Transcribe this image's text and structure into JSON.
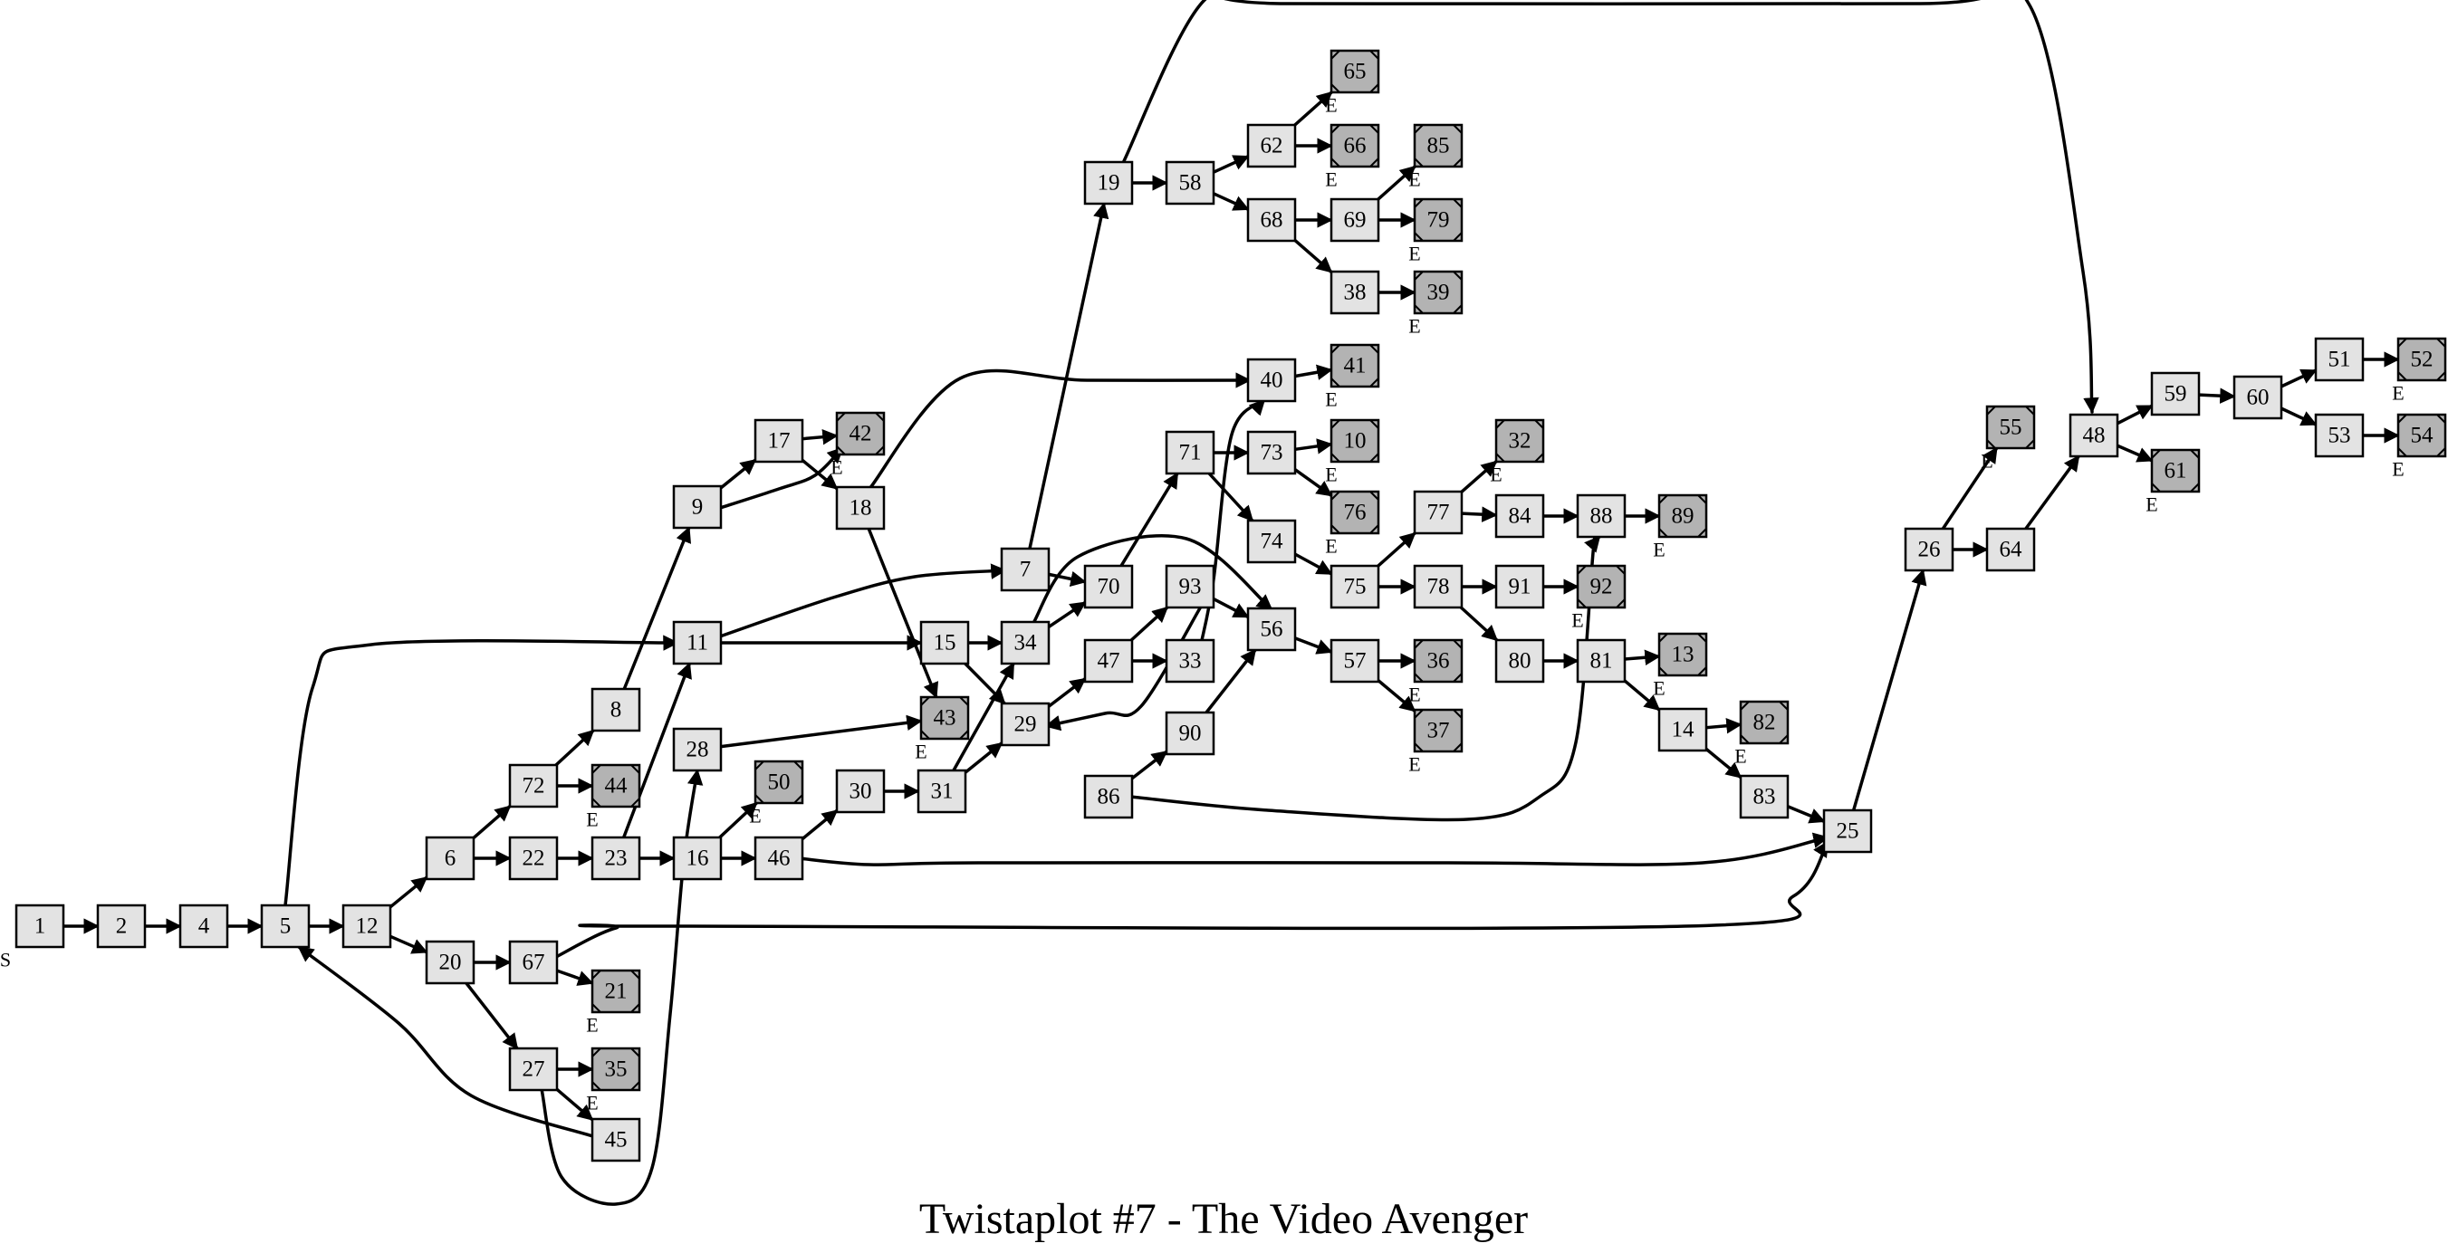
{
  "title": "Twistaplot #7 - The Video Avenger",
  "start_tag": "S",
  "end_tag": "E",
  "colors": {
    "node_fill": "#e3e3e3",
    "end_node_fill": "#b3b3b3",
    "stroke": "#000000"
  },
  "nodes": [
    {
      "id": "1",
      "kind": "start"
    },
    {
      "id": "2",
      "kind": "normal"
    },
    {
      "id": "4",
      "kind": "normal"
    },
    {
      "id": "5",
      "kind": "normal"
    },
    {
      "id": "12",
      "kind": "normal"
    },
    {
      "id": "6",
      "kind": "normal"
    },
    {
      "id": "20",
      "kind": "normal"
    },
    {
      "id": "72",
      "kind": "normal"
    },
    {
      "id": "22",
      "kind": "normal"
    },
    {
      "id": "8",
      "kind": "normal"
    },
    {
      "id": "44",
      "kind": "end"
    },
    {
      "id": "23",
      "kind": "normal"
    },
    {
      "id": "67",
      "kind": "normal"
    },
    {
      "id": "21",
      "kind": "end"
    },
    {
      "id": "27",
      "kind": "normal"
    },
    {
      "id": "35",
      "kind": "end"
    },
    {
      "id": "45",
      "kind": "normal"
    },
    {
      "id": "9",
      "kind": "normal"
    },
    {
      "id": "11",
      "kind": "normal"
    },
    {
      "id": "28",
      "kind": "normal"
    },
    {
      "id": "16",
      "kind": "normal"
    },
    {
      "id": "17",
      "kind": "normal"
    },
    {
      "id": "50",
      "kind": "end"
    },
    {
      "id": "42",
      "kind": "end"
    },
    {
      "id": "18",
      "kind": "normal"
    },
    {
      "id": "46",
      "kind": "normal"
    },
    {
      "id": "30",
      "kind": "normal"
    },
    {
      "id": "31",
      "kind": "normal"
    },
    {
      "id": "15",
      "kind": "normal"
    },
    {
      "id": "43",
      "kind": "end"
    },
    {
      "id": "7",
      "kind": "normal"
    },
    {
      "id": "34",
      "kind": "normal"
    },
    {
      "id": "29",
      "kind": "normal"
    },
    {
      "id": "19",
      "kind": "normal"
    },
    {
      "id": "70",
      "kind": "normal"
    },
    {
      "id": "47",
      "kind": "normal"
    },
    {
      "id": "58",
      "kind": "normal"
    },
    {
      "id": "71",
      "kind": "normal"
    },
    {
      "id": "93",
      "kind": "normal"
    },
    {
      "id": "33",
      "kind": "normal"
    },
    {
      "id": "86",
      "kind": "normal"
    },
    {
      "id": "90",
      "kind": "normal"
    },
    {
      "id": "62",
      "kind": "normal"
    },
    {
      "id": "68",
      "kind": "normal"
    },
    {
      "id": "40",
      "kind": "normal"
    },
    {
      "id": "73",
      "kind": "normal"
    },
    {
      "id": "74",
      "kind": "normal"
    },
    {
      "id": "56",
      "kind": "normal"
    },
    {
      "id": "65",
      "kind": "end"
    },
    {
      "id": "66",
      "kind": "end"
    },
    {
      "id": "69",
      "kind": "normal"
    },
    {
      "id": "38",
      "kind": "normal"
    },
    {
      "id": "41",
      "kind": "end"
    },
    {
      "id": "10",
      "kind": "end"
    },
    {
      "id": "76",
      "kind": "end"
    },
    {
      "id": "75",
      "kind": "normal"
    },
    {
      "id": "57",
      "kind": "normal"
    },
    {
      "id": "85",
      "kind": "end"
    },
    {
      "id": "79",
      "kind": "end"
    },
    {
      "id": "39",
      "kind": "end"
    },
    {
      "id": "77",
      "kind": "normal"
    },
    {
      "id": "78",
      "kind": "normal"
    },
    {
      "id": "36",
      "kind": "end"
    },
    {
      "id": "37",
      "kind": "end"
    },
    {
      "id": "32",
      "kind": "end"
    },
    {
      "id": "84",
      "kind": "normal"
    },
    {
      "id": "91",
      "kind": "normal"
    },
    {
      "id": "80",
      "kind": "normal"
    },
    {
      "id": "88",
      "kind": "normal"
    },
    {
      "id": "92",
      "kind": "end"
    },
    {
      "id": "81",
      "kind": "normal"
    },
    {
      "id": "89",
      "kind": "end"
    },
    {
      "id": "13",
      "kind": "end"
    },
    {
      "id": "14",
      "kind": "normal"
    },
    {
      "id": "82",
      "kind": "end"
    },
    {
      "id": "83",
      "kind": "normal"
    },
    {
      "id": "25",
      "kind": "normal"
    },
    {
      "id": "26",
      "kind": "normal"
    },
    {
      "id": "55",
      "kind": "end"
    },
    {
      "id": "64",
      "kind": "normal"
    },
    {
      "id": "48",
      "kind": "normal"
    },
    {
      "id": "59",
      "kind": "normal"
    },
    {
      "id": "61",
      "kind": "end"
    },
    {
      "id": "60",
      "kind": "normal"
    },
    {
      "id": "51",
      "kind": "normal"
    },
    {
      "id": "53",
      "kind": "normal"
    },
    {
      "id": "52",
      "kind": "end"
    },
    {
      "id": "54",
      "kind": "end"
    }
  ],
  "edges": [
    [
      "1",
      "2"
    ],
    [
      "2",
      "4"
    ],
    [
      "4",
      "5"
    ],
    [
      "5",
      "12"
    ],
    [
      "5",
      "11"
    ],
    [
      "12",
      "6"
    ],
    [
      "12",
      "20"
    ],
    [
      "6",
      "72"
    ],
    [
      "6",
      "22"
    ],
    [
      "72",
      "8"
    ],
    [
      "72",
      "44"
    ],
    [
      "22",
      "23"
    ],
    [
      "23",
      "11"
    ],
    [
      "23",
      "16"
    ],
    [
      "20",
      "67"
    ],
    [
      "20",
      "27"
    ],
    [
      "67",
      "21"
    ],
    [
      "67",
      "25"
    ],
    [
      "27",
      "35"
    ],
    [
      "27",
      "45"
    ],
    [
      "27",
      "28"
    ],
    [
      "45",
      "5"
    ],
    [
      "8",
      "9"
    ],
    [
      "9",
      "17"
    ],
    [
      "9",
      "42"
    ],
    [
      "17",
      "42"
    ],
    [
      "17",
      "18"
    ],
    [
      "18",
      "40"
    ],
    [
      "18",
      "43"
    ],
    [
      "11",
      "7"
    ],
    [
      "11",
      "15"
    ],
    [
      "28",
      "43"
    ],
    [
      "16",
      "50"
    ],
    [
      "16",
      "46"
    ],
    [
      "46",
      "30"
    ],
    [
      "46",
      "25"
    ],
    [
      "30",
      "31"
    ],
    [
      "31",
      "34"
    ],
    [
      "31",
      "29"
    ],
    [
      "15",
      "34"
    ],
    [
      "15",
      "29"
    ],
    [
      "7",
      "19"
    ],
    [
      "7",
      "70"
    ],
    [
      "34",
      "70"
    ],
    [
      "34",
      "56"
    ],
    [
      "29",
      "47"
    ],
    [
      "19",
      "58"
    ],
    [
      "19",
      "48"
    ],
    [
      "70",
      "71"
    ],
    [
      "47",
      "93"
    ],
    [
      "47",
      "33"
    ],
    [
      "93",
      "56"
    ],
    [
      "93",
      "29"
    ],
    [
      "33",
      "40"
    ],
    [
      "86",
      "90"
    ],
    [
      "86",
      "88"
    ],
    [
      "90",
      "56"
    ],
    [
      "58",
      "62"
    ],
    [
      "58",
      "68"
    ],
    [
      "71",
      "73"
    ],
    [
      "71",
      "74"
    ],
    [
      "62",
      "65"
    ],
    [
      "62",
      "66"
    ],
    [
      "68",
      "69"
    ],
    [
      "68",
      "38"
    ],
    [
      "40",
      "41"
    ],
    [
      "73",
      "10"
    ],
    [
      "73",
      "76"
    ],
    [
      "74",
      "75"
    ],
    [
      "56",
      "57"
    ],
    [
      "69",
      "85"
    ],
    [
      "69",
      "79"
    ],
    [
      "38",
      "39"
    ],
    [
      "75",
      "77"
    ],
    [
      "75",
      "78"
    ],
    [
      "57",
      "36"
    ],
    [
      "57",
      "37"
    ],
    [
      "77",
      "32"
    ],
    [
      "77",
      "84"
    ],
    [
      "84",
      "88"
    ],
    [
      "88",
      "89"
    ],
    [
      "78",
      "91"
    ],
    [
      "78",
      "80"
    ],
    [
      "91",
      "92"
    ],
    [
      "80",
      "81"
    ],
    [
      "81",
      "13"
    ],
    [
      "81",
      "14"
    ],
    [
      "14",
      "82"
    ],
    [
      "14",
      "83"
    ],
    [
      "83",
      "25"
    ],
    [
      "25",
      "26"
    ],
    [
      "26",
      "55"
    ],
    [
      "26",
      "64"
    ],
    [
      "64",
      "48"
    ],
    [
      "48",
      "59"
    ],
    [
      "48",
      "61"
    ],
    [
      "59",
      "60"
    ],
    [
      "60",
      "51"
    ],
    [
      "60",
      "53"
    ],
    [
      "51",
      "52"
    ],
    [
      "53",
      "54"
    ]
  ]
}
